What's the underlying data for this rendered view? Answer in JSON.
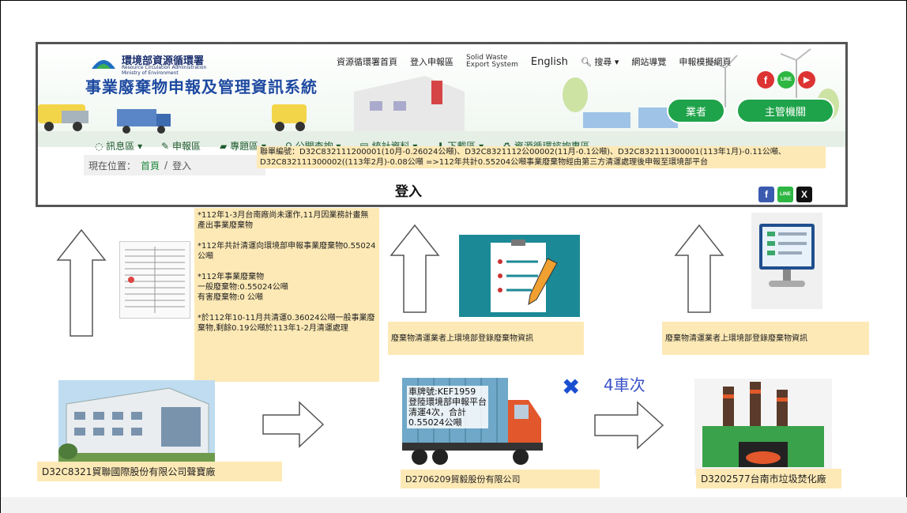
{
  "site": {
    "ministry_name": "環境部資源循環署",
    "ministry_sub": "Resource Circulation Administration Ministry of Environment",
    "system_title": "事業廢棄物申報及管理資訊系統",
    "topnav": {
      "home": "資源循環署首頁",
      "login_area": "登入申報區",
      "solid_waste_1": "Solid Waste",
      "solid_waste_2": "Export System",
      "english": "English",
      "search": "搜尋",
      "sitemap": "網站導覽",
      "demo_site": "申報模擬網頁"
    },
    "social": {
      "facebook": "f",
      "line": "LINE",
      "youtube": "▶"
    },
    "buttons": {
      "operator": "業者",
      "authority": "主管機關"
    },
    "menu": [
      "訊息區",
      "申報區",
      "專題區",
      "公開查詢",
      "統計資料",
      "下載區",
      "資源循環諮詢專區"
    ],
    "breadcrumb": {
      "prefix": "現在位置：",
      "home": "首頁",
      "sep": "/",
      "current": "登入"
    },
    "notice": "聯單編號：D32C832111200001(10月-0.26024公噸)、D32C8321112公00002(11月-0.1公噸)、D32C832111300001(113年1月)-0.11公噸、D32C832111300002((113年2月)-0.08公噸 =>112年共計0.55204公噸事業廢棄物經由第三方清運處理後申報至環境部平台",
    "login_title": "登入",
    "share": {
      "facebook": "f",
      "line": "LINE",
      "x": "X"
    }
  },
  "notes": {
    "main_note": "*112年1-3月台南廠尚未運作,11月因業務計畫無產出事業廢棄物\n\n*112年共計清運向環境部申報事業廢棄物0.55024公噸\n\n*112年事業廢棄物\n一般廢棄物:0.55024公噸\n有害廢棄物:0          公噸\n\n*於112年10-11月共清運0.36024公噸一般事業廢棄物,剩餘0.19公噸於113年1-2月清運處理",
    "transporter_note": "廢棄物清運業者上環境部登錄廢棄物資訊",
    "processor_note": "廢棄物清運業者上環境部登錄廢棄物資訊"
  },
  "flow": {
    "source_label": "D32C8321貿聯國際股份有限公司聲寶廠",
    "truck_note": "車牌號:KEF1959\n登陸環境部申報平台\n清運4次，合計\n0.55024公噸",
    "transporter_label": "D2706209貿毅股份有限公司",
    "trips": "4車次",
    "destination_label": "D3202577台南市垃圾焚化廠"
  },
  "colors": {
    "note_bg": "#fde9b5",
    "green": "#1fa34a",
    "x_blue": "#1a4fd0",
    "trips_blue": "#3b52c8"
  }
}
